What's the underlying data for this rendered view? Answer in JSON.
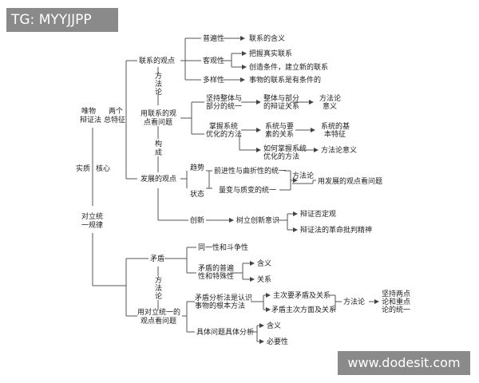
{
  "watermarks": {
    "top_left": "TG: MYYJJPP",
    "bottom_right": "www.dodesit.com"
  },
  "nodes": {
    "root_l1": "唯物",
    "root_l2": "辩证法",
    "two_l1": "两个",
    "two_l2": "总特征",
    "essence": "实质",
    "core": "核心",
    "unity_l1": "对立统",
    "unity_l2": "一规律",
    "connect": "联系的观点",
    "universal": "普遍性",
    "universal_r": "联系的含义",
    "objective": "客观性",
    "objective_a": "把握真实联系",
    "objective_b": "创造条件，建立新的联系",
    "diverse": "多样性",
    "diverse_r": "事物的联系是有条件的",
    "method_a": [
      "方",
      "法",
      "论"
    ],
    "use_connect_l1": "用联系的观",
    "use_connect_l2": "点看问题",
    "whole_l1": "坚持整体与",
    "whole_l2": "部分的统一",
    "whole_m_l1": "整体与部分",
    "whole_m_l2": "的辩证关系",
    "whole_r_l1": "方法论",
    "whole_r_l2": "意义",
    "system_l1": "掌握系统",
    "system_l2": "优化的方法",
    "system_m_l1": "系统与要",
    "system_m_l2": "素的关系",
    "system_r_l1": "系统的基",
    "system_r_l2": "本特征",
    "howsys_l1": "如何掌握系统",
    "howsys_l2": "优化的方法",
    "howsys_r": "方法论意义",
    "compose": [
      "构",
      "成"
    ],
    "develop": "发展的观点",
    "trend": "趋势",
    "state": "状态",
    "progress": "前进性与曲折性的统一",
    "quantity": "量变与质变的统一",
    "method_b": "方法论",
    "use_develop": "用发展的观点看问题",
    "innovate": "创新",
    "innovate_m": "树立创新意识",
    "negation": "辩证否定观",
    "critical": "辩证法的革命批判精神",
    "contradiction": "矛盾",
    "identity": "同一性和斗争性",
    "univ_part_l1": "矛盾的普遍",
    "univ_part_l2": "性和特殊性",
    "meaning": "含义",
    "relation": "关系",
    "method_c": [
      "方",
      "法",
      "论"
    ],
    "use_unity_l1": "用对立统一的",
    "use_unity_l2": "观点看问题",
    "analysis_l1": "矛盾分析法是认识",
    "analysis_l2": "事物的根本方法",
    "main_sub": "主次要矛盾及关系",
    "main_aspect": "矛盾主次方面及关系",
    "method_d": "方法论",
    "adhere_l1": "坚持两点",
    "adhere_l2": "论和重点",
    "adhere_l3": "论的统一",
    "concrete": "具体问题具体分析",
    "meaning2": "含义",
    "necessity": "必要性"
  }
}
